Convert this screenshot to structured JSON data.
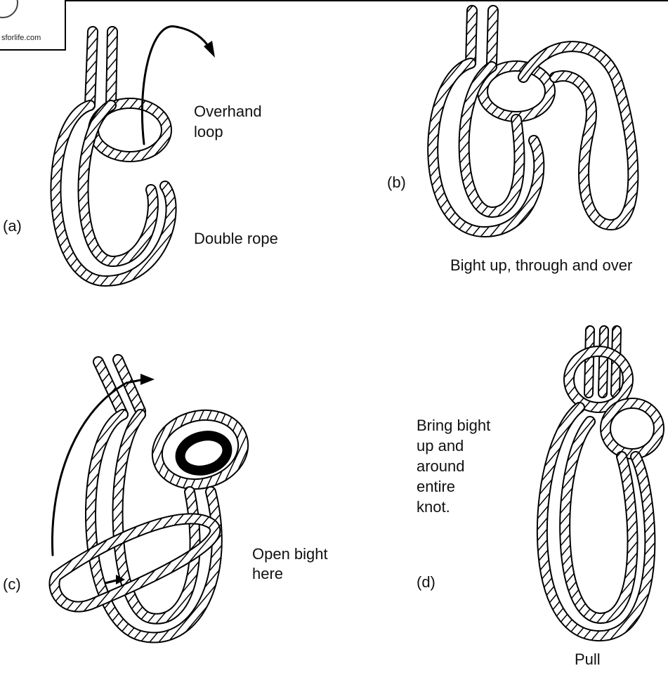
{
  "watermark": {
    "text": "sforlife.com"
  },
  "panels": {
    "a": {
      "id": "(a)",
      "labels": [
        "Overhand",
        "loop",
        "Double rope"
      ]
    },
    "b": {
      "id": "(b)",
      "caption": "Bight up, through and over"
    },
    "c": {
      "id": "(c)",
      "labels": [
        "Open bight",
        "here"
      ]
    },
    "d": {
      "id": "(d)",
      "labels": [
        "Bring bight",
        "up and",
        "around",
        "entire",
        "knot."
      ],
      "caption": "Pull"
    }
  },
  "colors": {
    "ink": "#000000",
    "paper": "#ffffff"
  }
}
